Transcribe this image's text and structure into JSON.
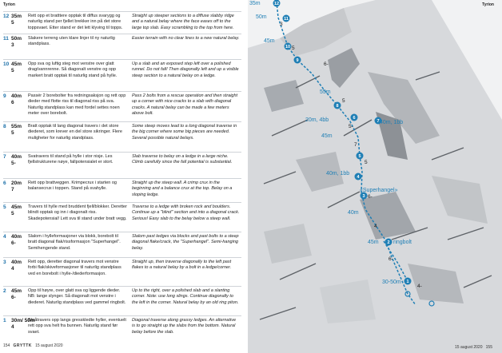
{
  "header": {
    "left_label": "Tyrion",
    "right_label": "Tyrion"
  },
  "pitches": [
    {
      "num": "12",
      "length": "35m",
      "grade": "5",
      "norwegian": "Rett opp et bratttere opptak til diffus svarygg og naturlig stand per fjellet brekker inn på det store toppsvaet. Etter stand er det lett klyving til topps.",
      "english": "Straight up steeper sections to a diffuse slabby ridge and a natural belay where the face eases off to the large top slab. Easy scrambling to the top from here."
    },
    {
      "num": "11",
      "length": "50m",
      "grade": "3",
      "norwegian": "Slakere terreng uten klare linjer til ny naturlig standplass.",
      "english": "Easier terrain with no clear lines to a new natural belay."
    },
    {
      "num": "10",
      "length": "45m",
      "grade": "5",
      "norwegian": "Opp sva og luftig steg mot venstre over glatt drag/vannrenne. Så diagonalt venstre og opp markert bratt opptak til naturlig stand på hylle.",
      "english": "Up a slab and an exposed step left over a polished runnel. Do not fall! Then diagonally left and up a visible steep section to a natural belay on a ledge."
    },
    {
      "num": "9",
      "length": "40m",
      "grade": "6",
      "norwegian": "Passér 2 borebolter fra redningsaksjon og rett opp dieder med flotte riss til diagonal riss på sva. Naturlig standplass kan med fordel settes noen meter over borebolt.",
      "english": "Pass 2 bolts from a rescue operation and then straight up a corner with nice cracks to a slab with diagonal cracks. A natural belay can be made a few meters above bolt."
    },
    {
      "num": "8",
      "length": "55m",
      "grade": "5",
      "norwegian": "Bratt opptak til lang diagonal travers i det store diederet, som krever en del store sikringer. Flere muligheter for naturlig standplass.",
      "english": "Some steep moves lead to a long diagonal traverse in the big corner where some big pieces are needed. Several possible natural belays."
    },
    {
      "num": "7",
      "length": "40m",
      "grade": "5-",
      "norwegian": "Svatravers til stand på hylle i stor nisje. Les fjellstrukturene nøye, fallpotensialet er stort.",
      "english": "Slab traverse to belay on a ledge in a large niche. Climb carefully since the fall potential is substantial."
    },
    {
      "num": "6",
      "length": "20m",
      "grade": "7",
      "norwegian": "Rett opp brattveggen. Krimpecrux i starten og balansecrux i toppen. Stand på svahylle.",
      "english": "Straight up the steep wall. A crimp crux in the beginning and a balance crux at the top. Belay on a sloping ledge."
    },
    {
      "num": "5",
      "length": "45m",
      "grade": "5",
      "norwegian": "Travers til hylle med bruddent fjell/blokker. Deretter blindt opptak og inn i diagonalt riss. Skadepotensial! Lett sva til stand under bratt vegg.",
      "english": "Traverse to a ledge with broken rock and boulders. Continue up a \"blind\" section and into a diagonal crack. Serious! Easy slab to the belay below a steep wall."
    },
    {
      "num": "4",
      "length": "40m",
      "grade": "6-",
      "norwegian": "Slalom i hylleformasjoner via blokk, borebolt til bratt diagonal flak/rissformasjon \"Superhangel\". Semihengende stand.",
      "english": "Slalom past ledges via blocks and past bolts to a steep diagonal flake/crack, the \"Superhangel\". Semi-hanging belay."
    },
    {
      "num": "3",
      "length": "40m",
      "grade": "4",
      "norwegian": "Rett opp, deretter diagonal travers mot venstre forbi flak/skiveformasjoner til naturlig standplass ved en borebolt i hylle-/diederformasjon.",
      "english": "Straight up, then traverse diagonally to the left past flakes to a natural belay by a bolt in a ledge/corner."
    },
    {
      "num": "2",
      "length": "45m",
      "grade": "6-",
      "norwegian": "Opp til høyre, over glatt sva og liggende dieder. NB: lange slynger. Så diagonalt mot venstre i diederet. Naturlig standplass ved gammel ringbolt.",
      "english": "Up to the right, over a polished slab and a slanting corner. Note: use long slings. Continue diagonally to the left in the corner. Natural belay by an old ring piton."
    },
    {
      "num": "1",
      "length": "30m/ 50m",
      "grade": "4",
      "norwegian": "Skråtravers opp langs gresskledte hyller, eventuelt rett opp sva helt fra bunnen. Naturlig stand før svaet.",
      "english": "Diagonal traverse along grassy ledges. An alternative is to go straight up the slabs from the bottom. Natural belay before the slab."
    }
  ],
  "footer": {
    "page": "154",
    "brand": "GRYTTK",
    "date": "15 august 2020",
    "right_date": "15 august 2020",
    "right_page": "155"
  },
  "topo": {
    "labels": {
      "p12": "35m",
      "p11": "50m",
      "p10": "45m",
      "p8": "55m",
      "p7": "40m, 1bb",
      "p6": "20m, 4bb",
      "p5": "45m",
      "p4": "40m, 1bb",
      "superhangel": "«Superhangel»",
      "p3": "40m",
      "p2": "45m",
      "ringbolt": "ringbolt",
      "p1": "30-50m"
    },
    "grades": {
      "g11": "3",
      "g10": "5",
      "g9": "6-",
      "g8": "5",
      "g7": "5-",
      "g6": "7",
      "g5": "5",
      "g4": "6-",
      "g3": "4",
      "g2": "6-",
      "g1": "4-"
    },
    "pitch_numbers": [
      "12",
      "11",
      "10",
      "9",
      "8",
      "7",
      "6",
      "5",
      "4",
      "3",
      "2",
      "1"
    ],
    "colors": {
      "route": "#1f7fb5",
      "rock_light": "#d7d9dc",
      "rock_dark": "#8d9196",
      "sky": "#f1f2f3"
    }
  }
}
